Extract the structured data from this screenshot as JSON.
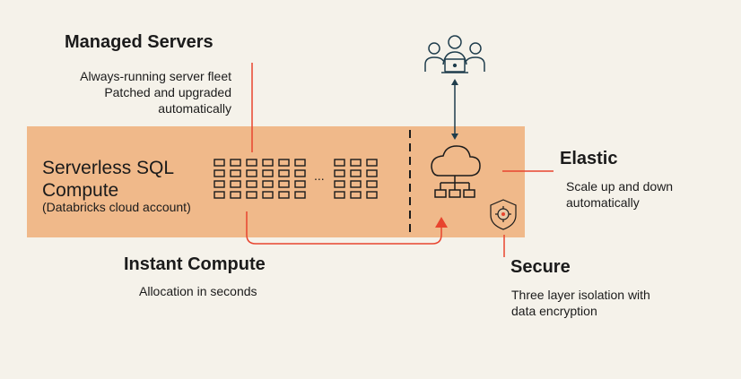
{
  "managed_servers": {
    "title": "Managed Servers",
    "lines": [
      "Always-running server fleet",
      "Patched and upgraded",
      "automatically"
    ]
  },
  "compute_band": {
    "title_line1": "Serverless SQL",
    "title_line2": "Compute",
    "subtitle": "(Databricks cloud account)",
    "ellipsis": "..."
  },
  "instant_compute": {
    "title": "Instant Compute",
    "description": "Allocation in seconds"
  },
  "elastic": {
    "title": "Elastic",
    "lines": [
      "Scale up and down",
      "automatically"
    ]
  },
  "secure": {
    "title": "Secure",
    "lines": [
      "Three layer isolation with",
      "data encryption"
    ]
  },
  "icons": {
    "users": "users-laptop-icon",
    "cloud": "cloud-network-icon",
    "shield": "shield-security-icon"
  },
  "colors": {
    "background": "#f5f2ea",
    "band": "#f0b98a",
    "accent": "#e8442e",
    "ink": "#1b1b1b",
    "dark_arrow": "#1f3d4c"
  }
}
